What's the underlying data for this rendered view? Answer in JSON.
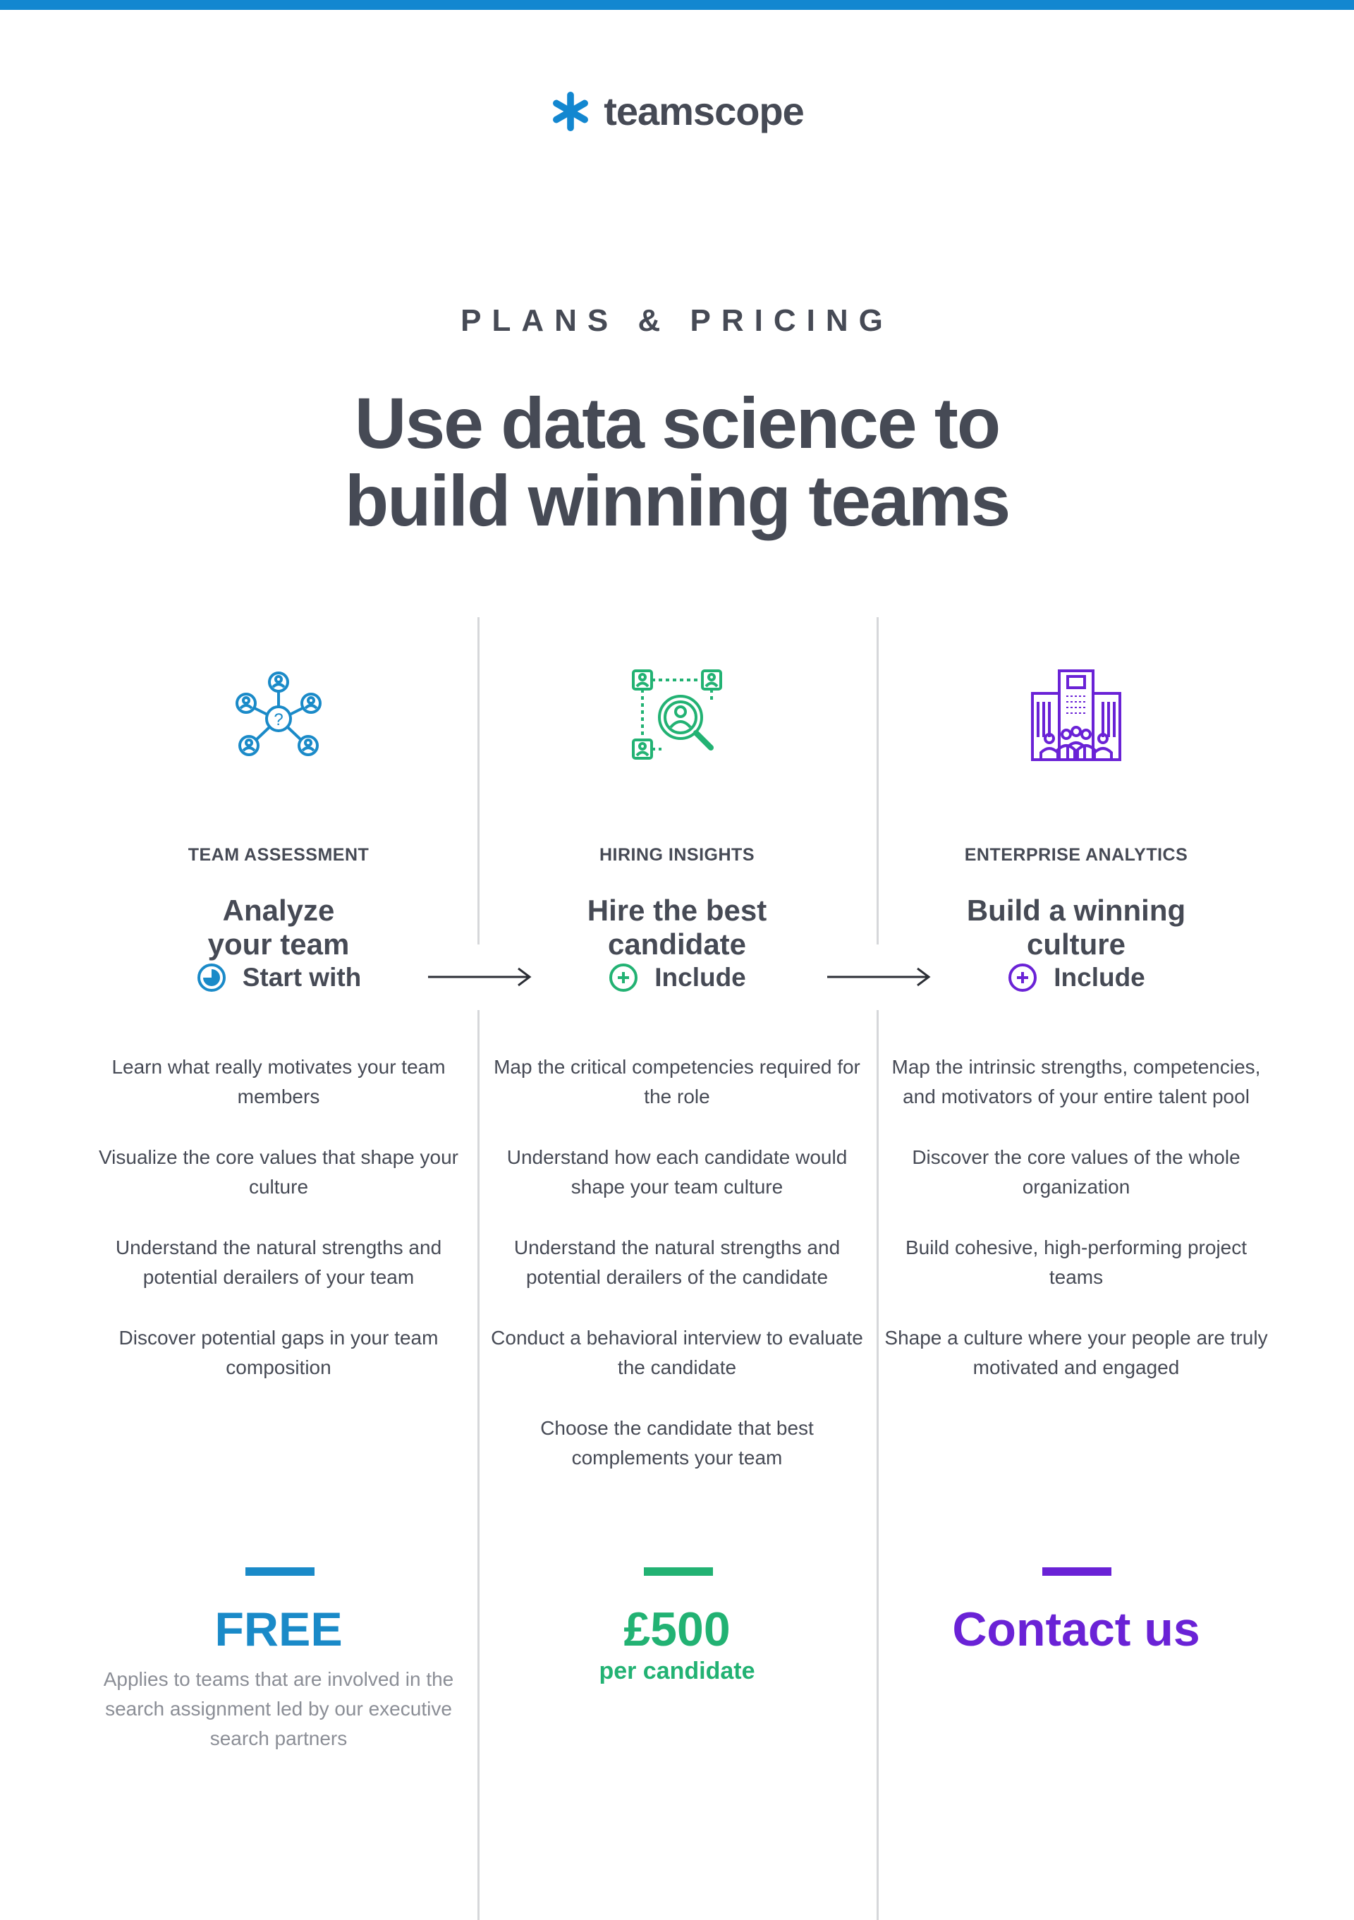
{
  "brand": {
    "name": "teamscope",
    "accent": "#1387d0"
  },
  "hero": {
    "kicker": "PLANS & PRICING",
    "line1": "Use data science to",
    "line2_pre": "build ",
    "line2_bold": "winning",
    "line2_post": " teams"
  },
  "plans": [
    {
      "icon": "team-network-icon",
      "color": "#1a8ac8",
      "label": "TEAM ASSESSMENT",
      "title_line1": "Analyze",
      "title_line2": "your team",
      "step": "Start with",
      "features": [
        "Learn what really motivates your team members",
        "Visualize the core values that shape your culture",
        "Understand the natural strengths and potential derailers of your team",
        "Discover potential gaps in your team composition"
      ],
      "price": "FREE",
      "note": "Applies to teams that are involved in the search assignment led by our executive search partners"
    },
    {
      "icon": "candidate-search-icon",
      "color": "#22b273",
      "label": "HIRING INSIGHTS",
      "title_line1": "Hire the best",
      "title_line2": "candidate",
      "step": "Include",
      "features": [
        "Map the critical competencies required for the role",
        "Understand how each candidate would shape your team culture",
        "Understand the natural strengths and potential derailers of the candidate",
        "Conduct a behavioral interview to evaluate the candidate",
        "Choose the candidate that best complements your team"
      ],
      "price": "£500",
      "price_sub": "per candidate"
    },
    {
      "icon": "enterprise-building-icon",
      "color": "#6a22d6",
      "label": "ENTERPRISE ANALYTICS",
      "title_line1": "Build a winning",
      "title_line2": "culture",
      "step": "Include",
      "features": [
        "Map the intrinsic strengths, competencies, and motivators of your entire talent pool",
        "Discover the core values of the whole organization",
        "Build cohesive, high-performing project teams",
        "Shape a culture where your people are truly motivated and engaged"
      ],
      "price": "Contact us"
    }
  ]
}
